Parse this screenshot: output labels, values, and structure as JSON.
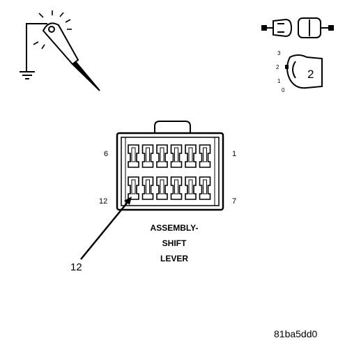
{
  "connector": {
    "pin_top_left": "6",
    "pin_top_right": "1",
    "pin_bottom_left": "12",
    "pin_bottom_right": "7",
    "cavities_per_row": 6,
    "rows": 2
  },
  "title_lines": [
    "ASSEMBLY-",
    "SHIFT",
    "LEVER"
  ],
  "callout": {
    "label": "12"
  },
  "ignition_icon": {
    "positions": [
      "3",
      "2",
      "1",
      "0"
    ],
    "key_number": "2"
  },
  "figure_id": "81ba5dd0",
  "icons": [
    "test-probe-ground-icon",
    "disconnect-connector-icon",
    "ignition-key-icon"
  ]
}
